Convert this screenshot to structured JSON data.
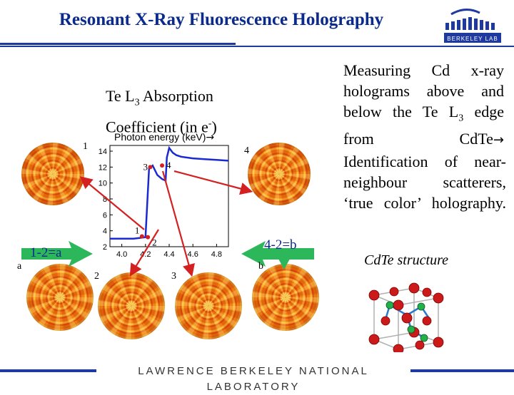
{
  "title": "Resonant X-Ray Fluorescence Holography",
  "absorption_label": {
    "line1_prefix": "Te L",
    "line1_sub": "3",
    "line1_suffix": " Absorption",
    "line2_prefix": "Coefficient (in e",
    "line2_sup": "-",
    "line2_suffix": ")"
  },
  "photon_label": "Photon energy (keV)",
  "photon_arrow": "→",
  "measuring_text": {
    "prefix": "Measuring Cd x-ray holograms above and below the Te L",
    "sub": "3",
    "suffix": " edge from CdTe",
    "arrow": "→"
  },
  "identification_text": "Identification of near-neighbour scatterers, ‘true color’ holography.",
  "structure_label": {
    "italic_part": "Cd",
    "rest": "Te structure"
  },
  "chart_data": {
    "type": "line",
    "x_ticks": [
      "4.0",
      "4.2",
      "4.4",
      "4.6",
      "4.8"
    ],
    "y_ticks": [
      "2",
      "4",
      "6",
      "8",
      "10",
      "12",
      "14"
    ],
    "ylim": [
      2,
      14
    ],
    "xlim": [
      3.9,
      4.9
    ],
    "series": [
      {
        "color": "#1a2ad0",
        "x": [
          3.9,
          4.0,
          4.1,
          4.15,
          4.2,
          4.23,
          4.26,
          4.3,
          4.34,
          4.37,
          4.38,
          4.4,
          4.43,
          4.46,
          4.5,
          4.6,
          4.7,
          4.8,
          4.9
        ],
        "y": [
          3.0,
          3.0,
          3.0,
          3.1,
          3.2,
          11.8,
          12.2,
          11.0,
          10.5,
          10.3,
          13.2,
          14.4,
          13.8,
          13.5,
          13.3,
          13.1,
          13.0,
          12.9,
          12.8
        ]
      }
    ],
    "points": [
      {
        "label": "1",
        "x": 4.17,
        "y": 3.3
      },
      {
        "label": "2",
        "x": 4.22,
        "y": 3.2
      },
      {
        "label": "3",
        "x": 4.24,
        "y": 12.0
      },
      {
        "label": "4",
        "x": 4.34,
        "y": 12.2
      }
    ]
  },
  "labels": {
    "one_topleft": "1",
    "four_topright": "4",
    "a": "a",
    "b": "b",
    "two": "2",
    "three": "3",
    "one_two_eq": "1-2=a",
    "four_two_eq": "4-2=b"
  },
  "footer": "LAWRENCE BERKELEY NATIONAL LABORATORY",
  "logo_text": "BERKELEY LAB",
  "colors": {
    "title": "#0a2a8c",
    "arrow_red": "#d42020",
    "arrow_green": "#2cb85a",
    "curve": "#1a2ad0"
  }
}
